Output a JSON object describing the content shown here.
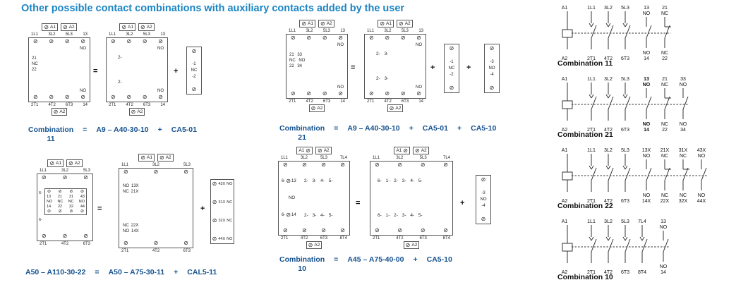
{
  "title": "Other possible contact combinations with auxiliary contacts added by the user",
  "colors": {
    "title_blue": "#1b85c4",
    "caption_blue": "#17538f",
    "ink": "#222222"
  },
  "icons": {
    "screw": "⊘"
  },
  "symbols": {
    "eq": "=",
    "plus": "+"
  },
  "groups": {
    "g1": {
      "a": {
        "t1": "A1",
        "t2": "A2",
        "poles": [
          "1L1",
          "3L2",
          "5L3",
          "13"
        ],
        "pole_sub": "NO",
        "side": [
          "21",
          "NC",
          "22"
        ],
        "bottom_sub": "NO",
        "bottom": [
          "2T1",
          "4T2",
          "6T3",
          "14"
        ],
        "bt": "A2"
      },
      "b": {
        "t1": "A1",
        "t2": "A2",
        "poles": [
          "1L1",
          "3L2",
          "5L3",
          "13"
        ],
        "pole_sub": "NO",
        "slots": [
          "2-",
          "2-"
        ],
        "bottom_sub": "NO",
        "bottom": [
          "2T1",
          "4T2",
          "6T3",
          "14"
        ],
        "bt": "A2"
      },
      "aux1": {
        "rows": [
          "-1",
          "NC",
          "-2"
        ]
      },
      "cap": {
        "w1": "Combination",
        "w2": "11",
        "eq": "=",
        "a": "A9 – A40-30-10",
        "p1": "+",
        "b": "CA5-01"
      }
    },
    "g2": {
      "a": {
        "t1": "A1",
        "t2": "A2",
        "poles": [
          "1L1",
          "3L2",
          "5L3",
          "13"
        ],
        "pole_sub": "NO",
        "side": [
          "21 33",
          "NC NO",
          "22 34"
        ],
        "bottom_sub": "NO",
        "bottom": [
          "2T1",
          "4T2",
          "6T3",
          "14"
        ],
        "bt": "A2"
      },
      "b": {
        "t1": "A1",
        "t2": "A2",
        "poles": [
          "1L1",
          "3L2",
          "5L3",
          "13"
        ],
        "pole_sub": "NO",
        "slots": [
          "2- 3-",
          "2- 3-"
        ],
        "bottom_sub": "NO",
        "bottom": [
          "2T1",
          "4T2",
          "6T3",
          "14"
        ],
        "bt": "A2"
      },
      "aux1": {
        "rows": [
          "-1",
          "NC",
          "-2"
        ]
      },
      "aux2": {
        "rows": [
          "-3",
          "NO",
          "-4"
        ]
      },
      "cap": {
        "w1": "Combination",
        "w2": "21",
        "eq": "=",
        "a": "A9 – A40-30-10",
        "p1": "+",
        "b": "CA5-01",
        "p2": "+",
        "c": "CA5-10"
      }
    },
    "g3": {
      "a": {
        "t1": "A1",
        "t2": "A2",
        "poles": [
          "1L1",
          "3L2",
          "5L3"
        ],
        "block": {
          "m": "6-",
          "r1": [
            "13",
            "21",
            "31",
            "43"
          ],
          "r2": [
            "NO",
            "NC",
            "NC",
            "NO"
          ],
          "r3": [
            "14",
            "22",
            "32",
            "44"
          ]
        },
        "bottom": [
          "2T1",
          "4T2",
          "6T3"
        ]
      },
      "b": {
        "t1": "A1",
        "t2": "A2",
        "poles": [
          "1L1",
          "3L2",
          "5L3"
        ],
        "side_top": [
          {
            "t": "NO",
            "n": "13X"
          },
          {
            "t": "NC",
            "n": "21X"
          }
        ],
        "side_bot": [
          {
            "t": "NC",
            "n": "22X"
          },
          {
            "t": "NO",
            "n": "14X"
          }
        ],
        "bottom": [
          "2T1",
          "4T2",
          "6T3"
        ]
      },
      "aux1": {
        "rows": [
          {
            "n": "43X",
            "t": "NO"
          },
          {
            "n": "31X",
            "t": "NC"
          },
          {
            "n": "32X",
            "t": "NC"
          },
          {
            "n": "44X",
            "t": "NO"
          }
        ]
      },
      "cap": {
        "a": "A50 – A110-30-22",
        "eq": "=",
        "b": "A50 – A75-30-11",
        "p1": "+",
        "c": "CAL5-11"
      }
    },
    "g4": {
      "a": {
        "t1": "A1",
        "t2": "A2",
        "poles": [
          "1L1",
          "3L2",
          "5L3",
          "7L4"
        ],
        "left": {
          "m1": "6-",
          "n1": "13",
          "mid": "NO",
          "m2": "6-",
          "n2": "14"
        },
        "slots": [
          "2- 3- 4- 5-",
          "2- 3- 4- 5-"
        ],
        "bottom": [
          "2T1",
          "4T2",
          "6T3",
          "8T4"
        ],
        "bt": "A2"
      },
      "b": {
        "t1": "A1",
        "t2": "A2",
        "poles": [
          "1L1",
          "3L2",
          "5L3",
          "7L4"
        ],
        "slots": [
          "6- 1- 2- 3- 4- 5-",
          "6- 1- 2- 3- 4- 5-"
        ],
        "bottom": [
          "2T1",
          "4T2",
          "6T3",
          "8T4"
        ],
        "bt": "A2"
      },
      "aux1": {
        "rows": [
          "-3",
          "NO",
          "-4"
        ]
      },
      "cap": {
        "w1": "Combination",
        "w2": "10",
        "eq": "=",
        "a": "A45 – A75-40-00",
        "p1": "+",
        "b": "CA5-10"
      }
    }
  },
  "schematics": [
    {
      "name": "Combination 11",
      "coil": [
        "A1",
        "A2"
      ],
      "poles_top": [
        "1L1",
        "3L2",
        "5L3"
      ],
      "poles_bot": [
        "2T1",
        "4T2",
        "6T3"
      ],
      "aux": [
        {
          "t1": "13",
          "t2": "NO",
          "b1": "NO",
          "b2": "14",
          "type": "NO",
          "bold": false
        },
        {
          "t1": "21",
          "t2": "NC",
          "b1": "NC",
          "b2": "22",
          "type": "NC",
          "bold": false
        }
      ]
    },
    {
      "name": "Combination 21",
      "coil": [
        "A1",
        "A2"
      ],
      "poles_top": [
        "1L1",
        "3L2",
        "5L3"
      ],
      "poles_bot": [
        "2T1",
        "4T2",
        "6T3"
      ],
      "aux": [
        {
          "t1": "13",
          "t2": "NO",
          "b1": "NO",
          "b2": "14",
          "type": "NO",
          "bold": true
        },
        {
          "t1": "21",
          "t2": "NC",
          "b1": "NC",
          "b2": "22",
          "type": "NC",
          "bold": false
        },
        {
          "t1": "33",
          "t2": "NO",
          "b1": "NO",
          "b2": "34",
          "type": "NO",
          "bold": false
        }
      ]
    },
    {
      "name": "Combination 22",
      "coil": [
        "A1",
        "A2"
      ],
      "poles_top": [
        "1L1",
        "3L2",
        "5L3"
      ],
      "poles_bot": [
        "2T1",
        "4T2",
        "6T3"
      ],
      "aux": [
        {
          "t1": "13X",
          "t2": "NO",
          "b1": "NO",
          "b2": "14X",
          "type": "NO",
          "bold": false
        },
        {
          "t1": "21X",
          "t2": "NC",
          "b1": "NC",
          "b2": "22X",
          "type": "NC",
          "bold": false
        },
        {
          "t1": "31X",
          "t2": "NC",
          "b1": "NC",
          "b2": "32X",
          "type": "NC",
          "bold": false
        },
        {
          "t1": "43X",
          "t2": "NO",
          "b1": "NO",
          "b2": "44X",
          "type": "NO",
          "bold": false
        }
      ]
    },
    {
      "name": "Combination 10",
      "coil": [
        "A1",
        "A2"
      ],
      "poles_top": [
        "1L1",
        "3L2",
        "5L3",
        "7L4"
      ],
      "poles_bot": [
        "2T1",
        "4T2",
        "6T3",
        "8T4"
      ],
      "aux": [
        {
          "t1": "13",
          "t2": "NO",
          "b1": "NO",
          "b2": "14",
          "type": "NO",
          "bold": false
        }
      ]
    }
  ]
}
